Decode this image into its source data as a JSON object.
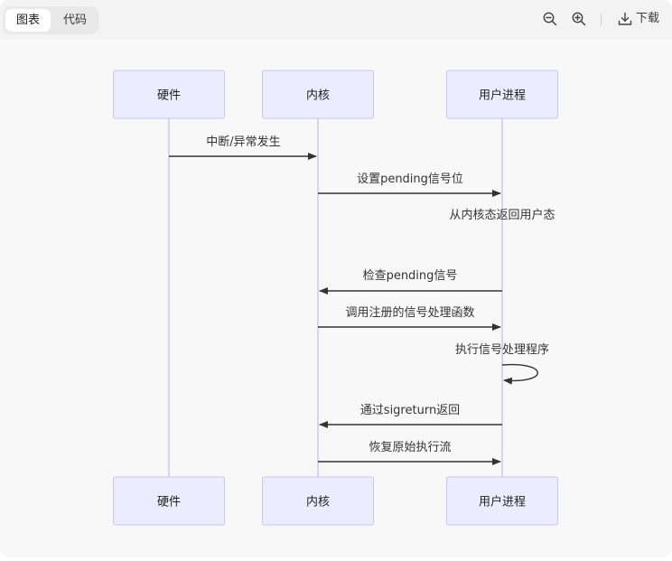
{
  "toolbar": {
    "tabs": [
      {
        "label": "图表",
        "active": true
      },
      {
        "label": "代码",
        "active": false
      }
    ],
    "zoom_out_icon": "zoom-out-icon",
    "zoom_in_icon": "zoom-in-icon",
    "download_icon": "download-icon",
    "download_label": "下载"
  },
  "diagram": {
    "type": "sequence",
    "participants": [
      {
        "id": "hw",
        "label": "硬件"
      },
      {
        "id": "kernel",
        "label": "内核"
      },
      {
        "id": "user",
        "label": "用户进程"
      }
    ],
    "messages": [
      {
        "from": "hw",
        "to": "kernel",
        "label": "中断/异常发生"
      },
      {
        "from": "kernel",
        "to": "user",
        "label": "设置pending信号位"
      },
      {
        "from": "user",
        "to": "user",
        "label": "从内核态返回用户态"
      },
      {
        "from": "user",
        "to": "kernel",
        "label": "检查pending信号"
      },
      {
        "from": "kernel",
        "to": "user",
        "label": "调用注册的信号处理函数"
      },
      {
        "from": "user",
        "to": "user",
        "label": "执行信号处理程序"
      },
      {
        "from": "user",
        "to": "kernel",
        "label": "通过sigreturn返回"
      },
      {
        "from": "kernel",
        "to": "user",
        "label": "恢复原始执行流"
      }
    ],
    "colors": {
      "actor_fill": "#ececff",
      "actor_border": "#c9c6f0",
      "lifeline": "#d8d2f5",
      "arrow": "#333333"
    }
  }
}
